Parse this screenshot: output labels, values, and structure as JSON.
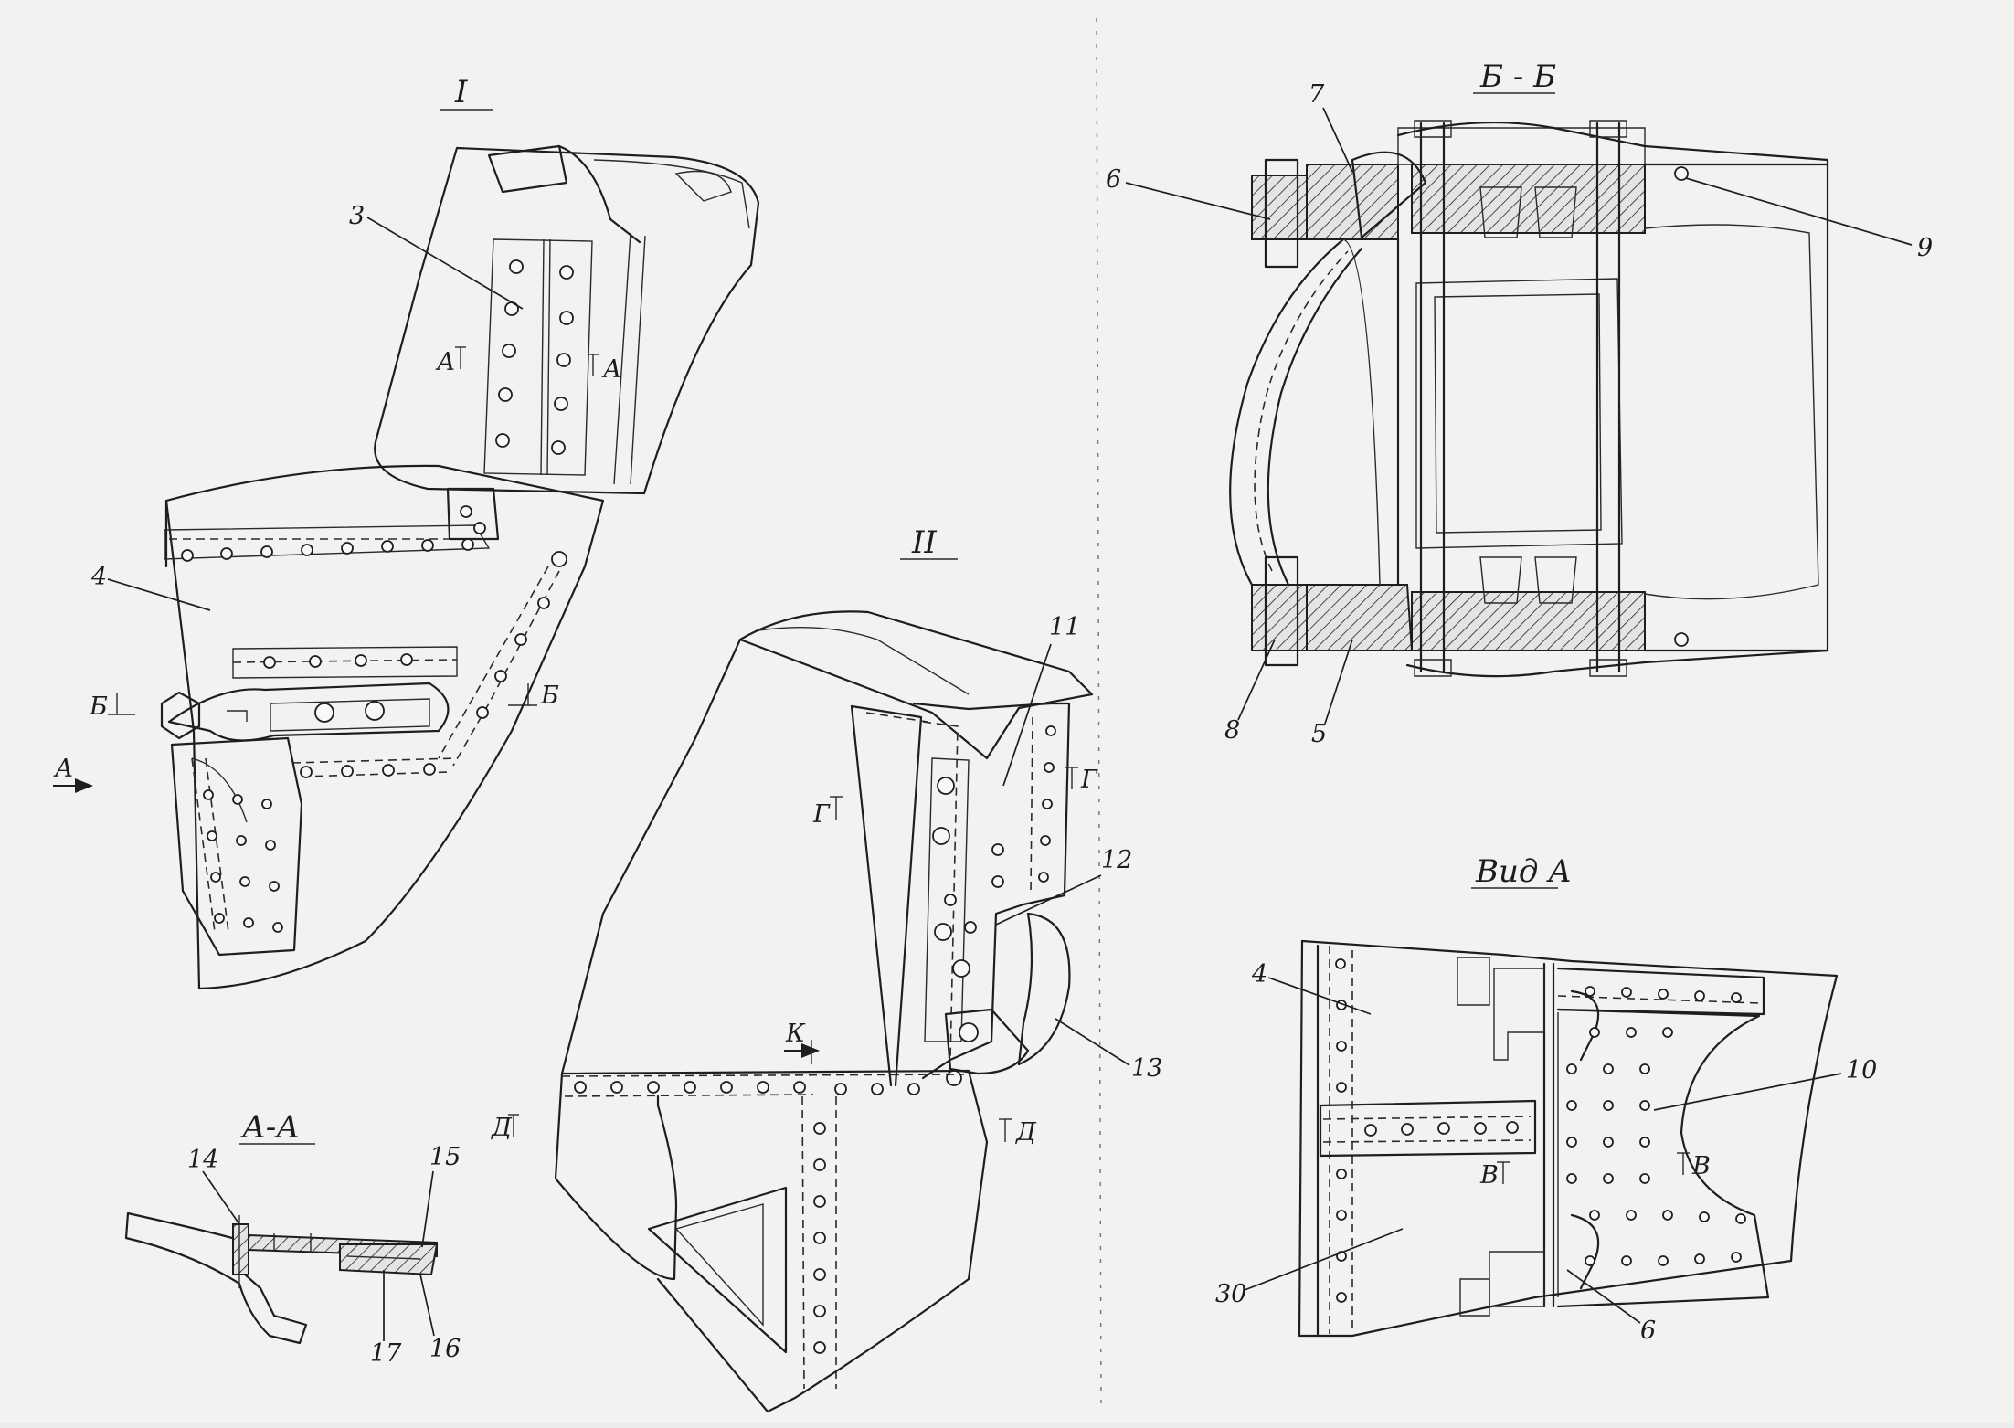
{
  "view_titles": {
    "view1": "I",
    "view2": "II",
    "section_bb": "Б - Б",
    "view_a": "Вид А",
    "section_aa": "А-А"
  },
  "part_numbers": {
    "p3": "3",
    "p4": "4",
    "p11": "11",
    "p12": "12",
    "p13": "13",
    "p14": "14",
    "p15": "15",
    "p16": "16",
    "p17": "17",
    "p6_bb": "6",
    "p7": "7",
    "p9": "9",
    "p8": "8",
    "p5": "5",
    "p4_va": "4",
    "p10": "10",
    "p30": "30",
    "p6_va": "6"
  },
  "section_marks": {
    "a_left": "А",
    "a_right": "А",
    "b_left": "Б",
    "b_right": "Б",
    "arrow_a": "А",
    "g_left": "Г",
    "g_right": "Г",
    "k": "К",
    "d_left": "Д",
    "d_right": "Д",
    "v_left": "В",
    "v_right": "В"
  }
}
